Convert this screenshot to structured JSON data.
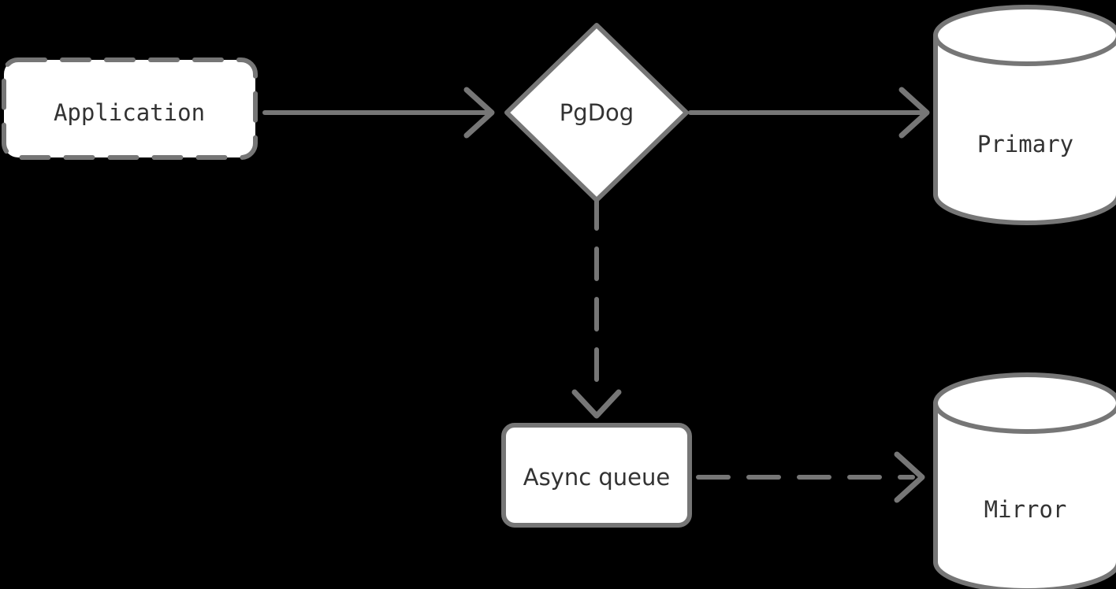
{
  "diagram": {
    "type": "flowchart",
    "background_color": "#000000",
    "stroke_color": "#767676",
    "fill_color": "#ffffff",
    "text_color": "#333333",
    "nodes": [
      {
        "id": "application",
        "label": "Application",
        "shape": "rounded-rectangle",
        "border_style": "dashed"
      },
      {
        "id": "pgdog",
        "label": "PgDog",
        "shape": "diamond",
        "border_style": "solid"
      },
      {
        "id": "primary",
        "label": "Primary",
        "shape": "cylinder",
        "border_style": "solid"
      },
      {
        "id": "async-queue",
        "label": "Async queue",
        "shape": "rounded-rectangle",
        "border_style": "solid"
      },
      {
        "id": "mirror",
        "label": "Mirror",
        "shape": "cylinder",
        "border_style": "solid"
      }
    ],
    "edges": [
      {
        "id": "application-to-pgdog",
        "from": "application",
        "to": "pgdog",
        "style": "solid",
        "arrow": "open-chevron",
        "label": ""
      },
      {
        "id": "pgdog-to-primary",
        "from": "pgdog",
        "to": "primary",
        "style": "solid",
        "arrow": "open-chevron",
        "label": ""
      },
      {
        "id": "pgdog-to-async-queue",
        "from": "pgdog",
        "to": "async-queue",
        "style": "dashed",
        "arrow": "open-chevron",
        "label": ""
      },
      {
        "id": "async-queue-to-mirror",
        "from": "async-queue",
        "to": "mirror",
        "style": "dashed",
        "arrow": "open-chevron",
        "label": ""
      }
    ]
  }
}
